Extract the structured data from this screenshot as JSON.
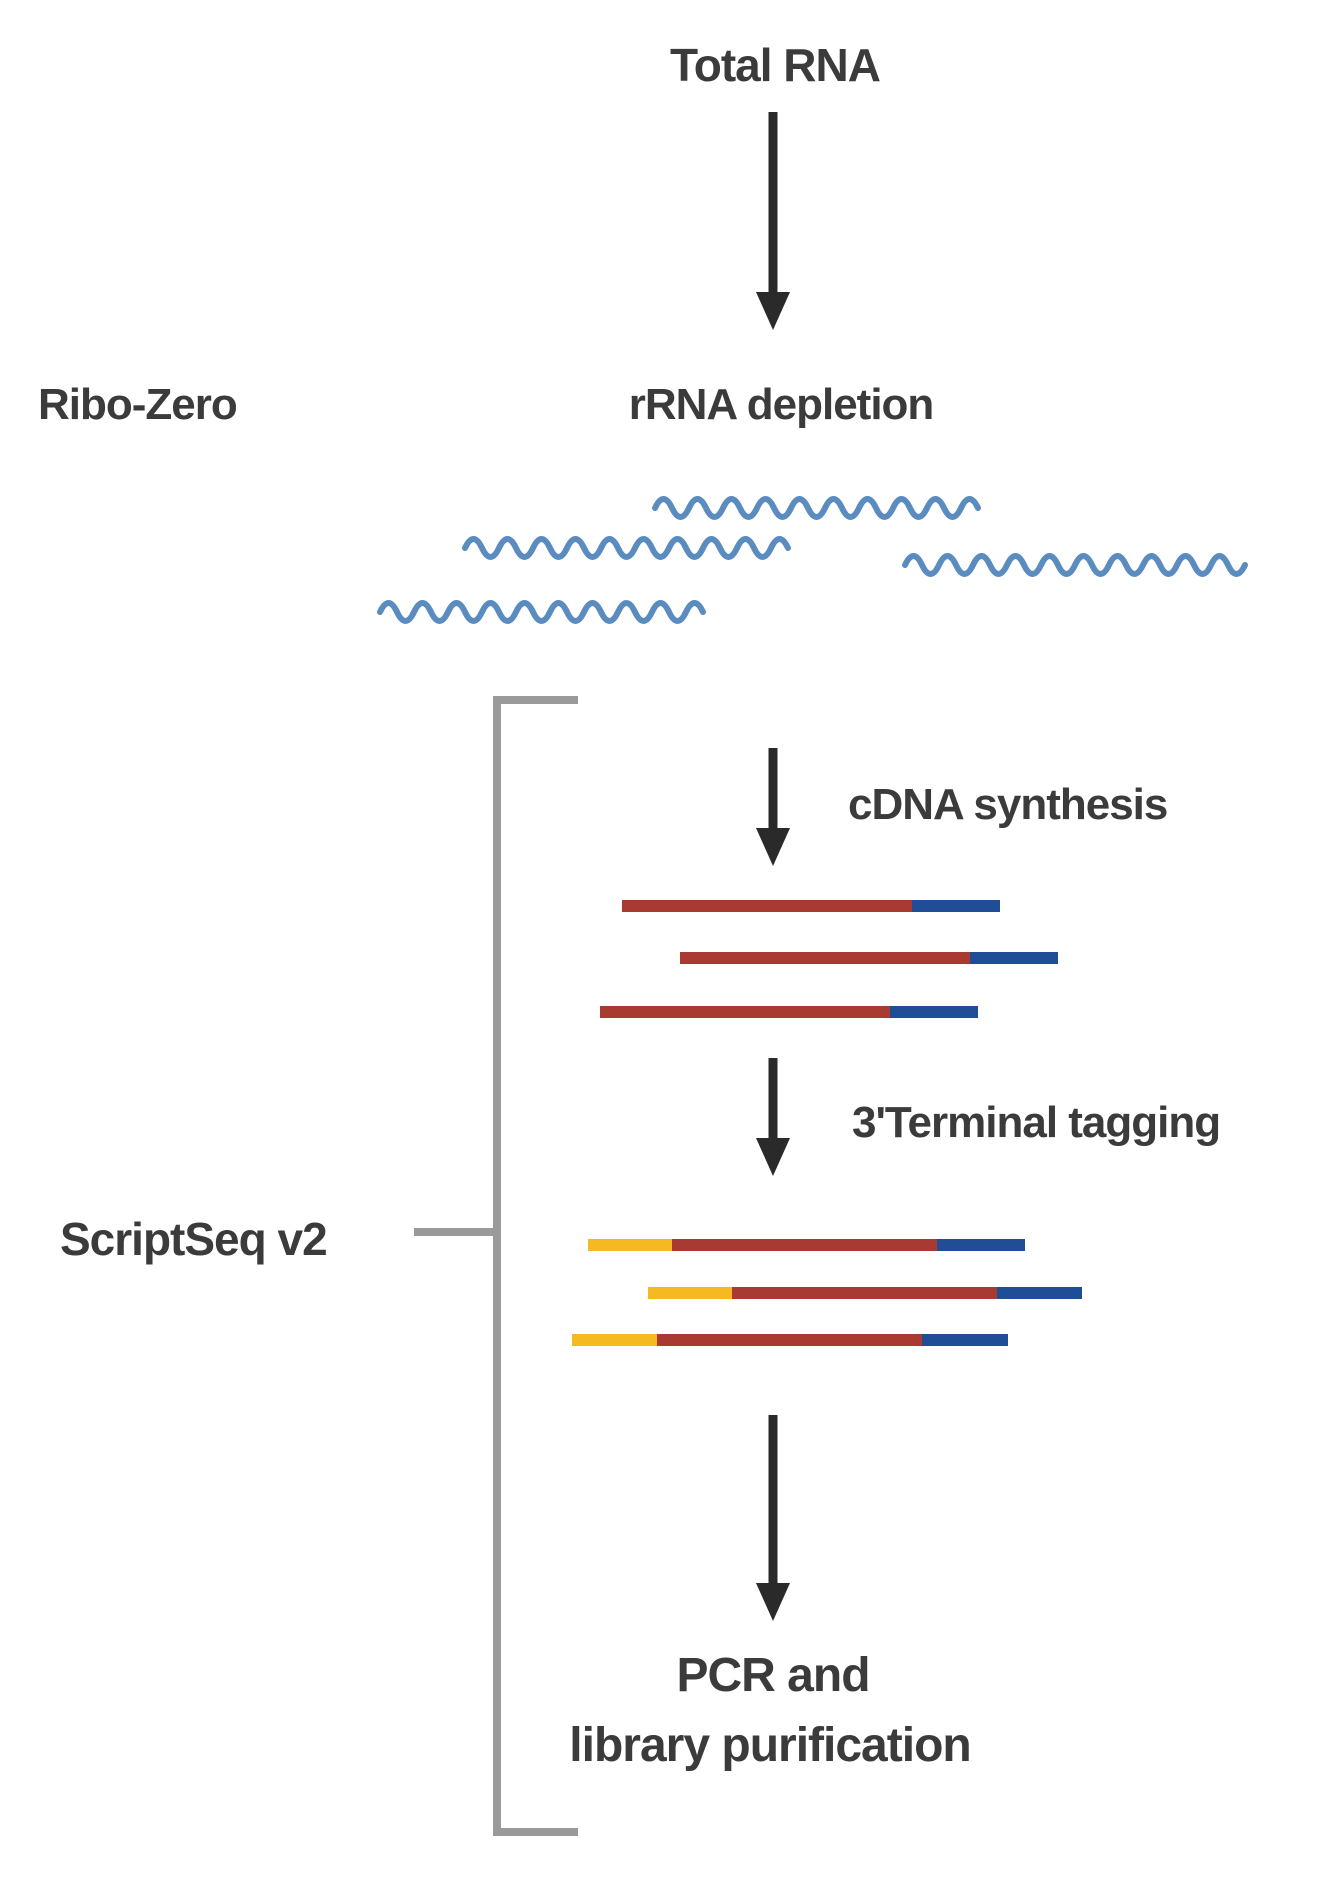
{
  "steps": {
    "total_rna": "Total RNA",
    "rrna_depletion": "rRNA depletion",
    "cdna_synthesis": "cDNA synthesis",
    "terminal_tagging": "3'Terminal tagging",
    "pcr_line1": "PCR and",
    "pcr_line2": "library purification"
  },
  "kits": {
    "ribo_zero": "Ribo-Zero",
    "scriptseq": "ScriptSeq v2"
  },
  "colors": {
    "rna_wave": "#5b8cc0",
    "cdna_red": "#a83a32",
    "tag_blue": "#1f4e96",
    "tag_yellow": "#f5b921",
    "arrow": "#2a2a2a",
    "bracket": "#9a9a9a"
  }
}
